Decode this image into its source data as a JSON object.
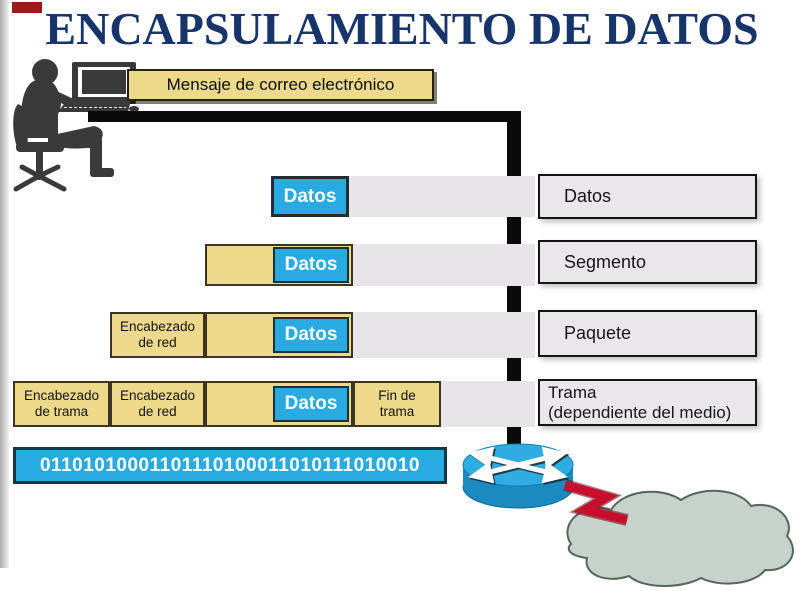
{
  "slide": {
    "title": "ENCAPSULAMIENTO DE DATOS"
  },
  "message": {
    "label": "Mensaje de correo electrónico"
  },
  "boxes": {
    "datos": "Datos",
    "encabezado_red": "Encabezado de red",
    "encabezado_trama": "Encabezado de trama",
    "fin_trama": "Fin de trama"
  },
  "pdu_names": {
    "row1": "Datos",
    "row2": "Segmento",
    "row3": "Paquete",
    "row4": "Trama",
    "row4_note": "(dependiente del medio)"
  },
  "bit_stream": {
    "value": "01101010001101110100011010111010010"
  },
  "icons": {
    "person": "person-at-computer-icon",
    "router": "router-icon",
    "cloud": "network-cloud-icon",
    "serial_link": "serial-link-zigzag-icon",
    "cable": "cable-line"
  },
  "colors": {
    "title_navy": "#17356B",
    "accent_red": "#9B1B1B",
    "data_blue": "#29ABE2",
    "header_yellow": "#EDD98B",
    "band_gray": "#E7E5E8",
    "label_gray": "#E9E7EA",
    "cable_black": "#0A0A0A",
    "silhouette": "#3A3A3A",
    "router_top": "#2FADE2",
    "router_body": "#1B8AC0",
    "serial_red": "#C8102E",
    "cloud_fill": "#C6D2CB",
    "cloud_stroke": "#55655C"
  }
}
